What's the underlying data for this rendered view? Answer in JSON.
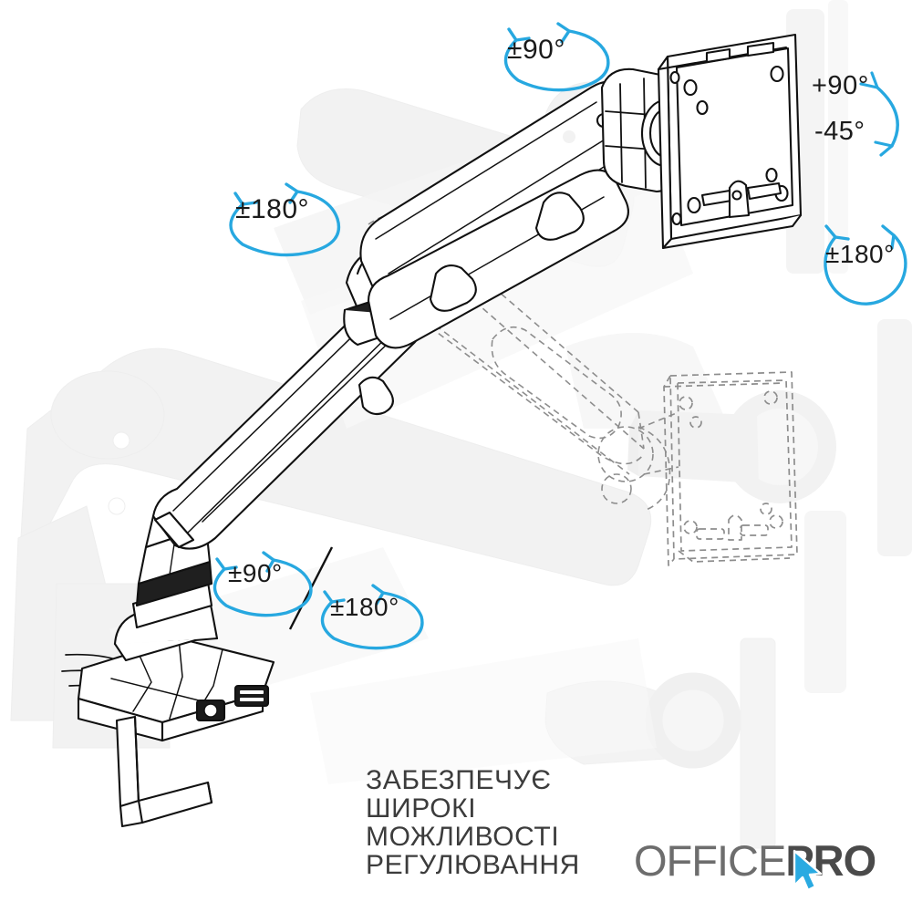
{
  "product": {
    "name": "gas-spring monitor arm",
    "brand": "OFFICEPRO"
  },
  "colors": {
    "accent_blue": "#27a8e0",
    "line_black": "#1a1a1a",
    "ghost_gray": "#f1f1f1",
    "dashed_gray": "#8a8a8a",
    "text_gray": "#3c3c3c",
    "logo_light": "#6d6d6d",
    "logo_dark": "#4a4a4a",
    "background": "#ffffff"
  },
  "callouts": [
    {
      "id": "top-rotation",
      "label": "±90°",
      "indicator": "ellipse-double-arrow"
    },
    {
      "id": "arm-rotation",
      "label": "±180°",
      "indicator": "ellipse-double-arrow"
    },
    {
      "id": "tilt-up",
      "label": "+90°",
      "indicator": "vertical-arc-arrow"
    },
    {
      "id": "tilt-down",
      "label": "-45°",
      "indicator": "vertical-arc-arrow"
    },
    {
      "id": "screen-rotation",
      "label": "±180°",
      "indicator": "circle-double-arrow"
    },
    {
      "id": "base-swivel",
      "label": "±90°",
      "indicator": "ellipse-double-arrow"
    },
    {
      "id": "base-rotation",
      "label": "±180°",
      "indicator": "ellipse-double-arrow"
    }
  ],
  "tagline": {
    "lines": [
      "ЗАБЕЗПЕЧУЄ",
      "ШИРОКІ",
      "МОЖЛИВОСТІ",
      "РЕГУЛЮВАННЯ"
    ]
  },
  "logo": {
    "part_light": "OFFICE",
    "part_bold": "PRO",
    "cursor_icon": "mouse-cursor-icon"
  }
}
